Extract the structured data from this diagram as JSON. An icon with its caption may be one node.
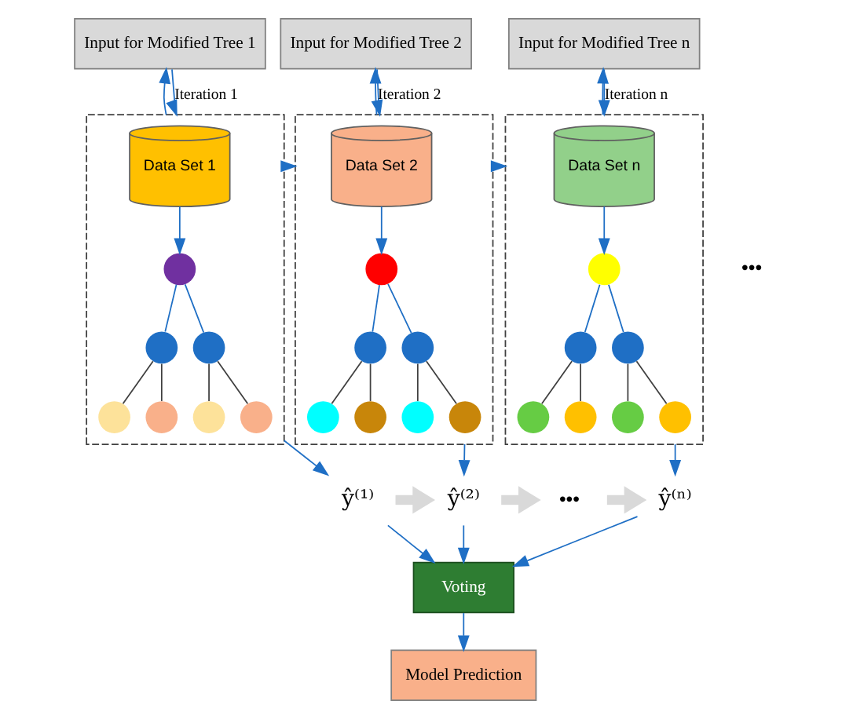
{
  "diagram": {
    "nodes": [
      {
        "text": [
          "Input for Modified Tree 1"
        ]
      },
      {
        "text": [],
        "shape": "box"
      },
      {
        "text": [
          "Data Set 1"
        ],
        "in": 1
      },
      {
        "text": [],
        "shape": "circle",
        "in": 1
      },
      {
        "text": [],
        "shape": "circle",
        "in": 1
      },
      {
        "text": [],
        "shape": "circle",
        "in": 1
      },
      {
        "text": [],
        "shape": "circle",
        "in": 1
      },
      {
        "text": [],
        "shape": "circle",
        "in": 1
      },
      {
        "text": [],
        "shape": "circle",
        "in": 1
      },
      {
        "text": [],
        "shape": "circle",
        "in": 1
      },
      {
        "text": [
          "Input for Modified Tree 2"
        ]
      },
      {
        "text": [],
        "shape": "box"
      },
      {
        "text": [
          "Data Set 2"
        ],
        "in": 11
      },
      {
        "text": [],
        "shape": "circle",
        "in": 11
      },
      {
        "text": [],
        "shape": "circle",
        "in": 11
      },
      {
        "text": [],
        "shape": "circle",
        "in": 11
      },
      {
        "text": [],
        "shape": "circle",
        "in": 11
      },
      {
        "text": [],
        "shape": "circle",
        "in": 11
      },
      {
        "text": [],
        "shape": "circle",
        "in": 11
      },
      {
        "text": [],
        "shape": "circle",
        "in": 11
      },
      {
        "text": [
          "Input for Modified Tree n"
        ]
      },
      {
        "text": [],
        "shape": "box"
      },
      {
        "text": [
          "Data Set n"
        ],
        "in": 21
      },
      {
        "text": [],
        "shape": "circle",
        "in": 21
      },
      {
        "text": [],
        "shape": "circle",
        "in": 21
      },
      {
        "text": [],
        "shape": "circle",
        "in": 21
      },
      {
        "text": [],
        "shape": "circle",
        "in": 21
      },
      {
        "text": [],
        "shape": "circle",
        "in": 21
      },
      {
        "text": [],
        "shape": "circle",
        "in": 21
      },
      {
        "text": [],
        "shape": "circle",
        "in": 21
      },
      {
        "text": [
          "ŷ⁽¹⁾"
        ]
      },
      {
        "text": [
          "ŷ⁽²⁾"
        ]
      },
      {
        "text": [
          "•••"
        ]
      },
      {
        "text": [
          "ŷ⁽ⁿ⁾"
        ]
      },
      {
        "text": [
          "Voting"
        ]
      },
      {
        "text": [
          "Model Prediction"
        ]
      }
    ],
    "edges": [
      {
        "from": 1,
        "to": 0,
        "arrow": "to"
      },
      {
        "from": 0,
        "to": 1,
        "arrow": "to",
        "label": "Iteration 1"
      },
      {
        "from": 2,
        "to": 3,
        "arrow": "to"
      },
      {
        "from": 3,
        "to": 4,
        "arrow": "none"
      },
      {
        "from": 3,
        "to": 5,
        "arrow": "none"
      },
      {
        "from": 4,
        "to": 6,
        "arrow": "none",
        "color": "#404040"
      },
      {
        "from": 4,
        "to": 7,
        "arrow": "none",
        "color": "#404040"
      },
      {
        "from": 5,
        "to": 8,
        "arrow": "none",
        "color": "#404040"
      },
      {
        "from": 5,
        "to": 9,
        "arrow": "none",
        "color": "#404040"
      },
      {
        "from": 11,
        "to": 10,
        "arrow": "to"
      },
      {
        "from": 10,
        "to": 11,
        "arrow": "to",
        "label": "Iteration 2"
      },
      {
        "from": 1,
        "to": 11,
        "arrow": "to"
      },
      {
        "from": 12,
        "to": 13,
        "arrow": "to"
      },
      {
        "from": 13,
        "to": 14,
        "arrow": "none"
      },
      {
        "from": 13,
        "to": 15,
        "arrow": "none"
      },
      {
        "from": 14,
        "to": 16,
        "arrow": "none",
        "color": "#404040"
      },
      {
        "from": 14,
        "to": 17,
        "arrow": "none",
        "color": "#404040"
      },
      {
        "from": 15,
        "to": 18,
        "arrow": "none",
        "color": "#404040"
      },
      {
        "from": 15,
        "to": 19,
        "arrow": "none",
        "color": "#404040"
      },
      {
        "from": 21,
        "to": 20,
        "arrow": "to"
      },
      {
        "from": 20,
        "to": 21,
        "arrow": "to",
        "label": "Iteration n"
      },
      {
        "from": 11,
        "to": 21,
        "arrow": "to"
      },
      {
        "from": 22,
        "to": 23,
        "arrow": "to"
      },
      {
        "from": 23,
        "to": 24,
        "arrow": "none"
      },
      {
        "from": 23,
        "to": 25,
        "arrow": "none"
      },
      {
        "from": 24,
        "to": 26,
        "arrow": "none",
        "color": "#404040"
      },
      {
        "from": 24,
        "to": 27,
        "arrow": "none",
        "color": "#404040"
      },
      {
        "from": 25,
        "to": 28,
        "arrow": "none",
        "color": "#404040"
      },
      {
        "from": 25,
        "to": 29,
        "arrow": "none",
        "color": "#404040"
      },
      {
        "from": 1,
        "to": 30,
        "arrow": "to"
      },
      {
        "from": 11,
        "to": 31,
        "arrow": "to"
      },
      {
        "from": 21,
        "to": 33,
        "arrow": "to"
      },
      {
        "from": 30,
        "to": 31,
        "arrow": "to",
        "style": "thick",
        "color": "#d9d9d9"
      },
      {
        "from": 31,
        "to": 32,
        "arrow": "to",
        "style": "thick",
        "color": "#d9d9d9"
      },
      {
        "from": 32,
        "to": 33,
        "arrow": "to",
        "style": "thick",
        "color": "#d9d9d9"
      },
      {
        "from": 30,
        "to": 34,
        "arrow": "to"
      },
      {
        "from": 31,
        "to": 34,
        "arrow": "to"
      },
      {
        "from": 33,
        "to": 34,
        "arrow": "to"
      },
      {
        "from": 34,
        "to": 35,
        "arrow": "to"
      }
    ],
    "labels": [
      "•••"
    ]
  }
}
